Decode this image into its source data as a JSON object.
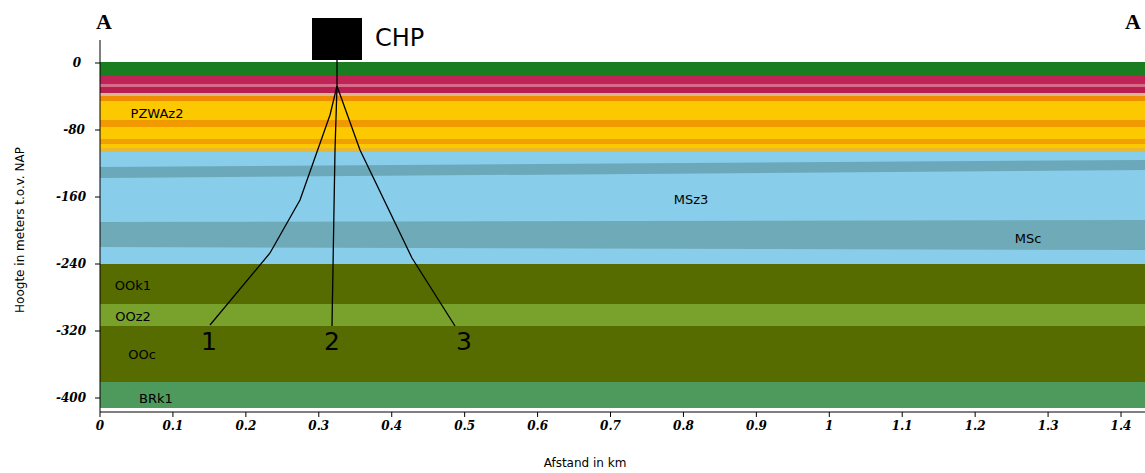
{
  "diagram": {
    "nodes": [
      {
        "text": [
          "CHP"
        ]
      },
      {
        "text": [
          "PZWAz2"
        ]
      },
      {
        "text": [
          "MSz3"
        ]
      },
      {
        "text": [
          "MSc"
        ]
      },
      {
        "text": [
          "OOk1"
        ]
      },
      {
        "text": [
          "OOz2"
        ]
      },
      {
        "text": [
          "OOc"
        ]
      },
      {
        "text": [
          "BRk1"
        ]
      }
    ],
    "labels": [
      "A",
      "A",
      "1",
      "2",
      "3",
      "0",
      "-80",
      "-160",
      "-240",
      "-320",
      "-400",
      "0",
      "0.1",
      "0.2",
      "0.3",
      "0.4",
      "0.5",
      "0.6",
      "0.7",
      "0.8",
      "0.9",
      "1",
      "1.1",
      "1.2",
      "1.3",
      "1.4",
      "Hoogte in meters t.o.v. NAP",
      "Afstand in km"
    ]
  }
}
